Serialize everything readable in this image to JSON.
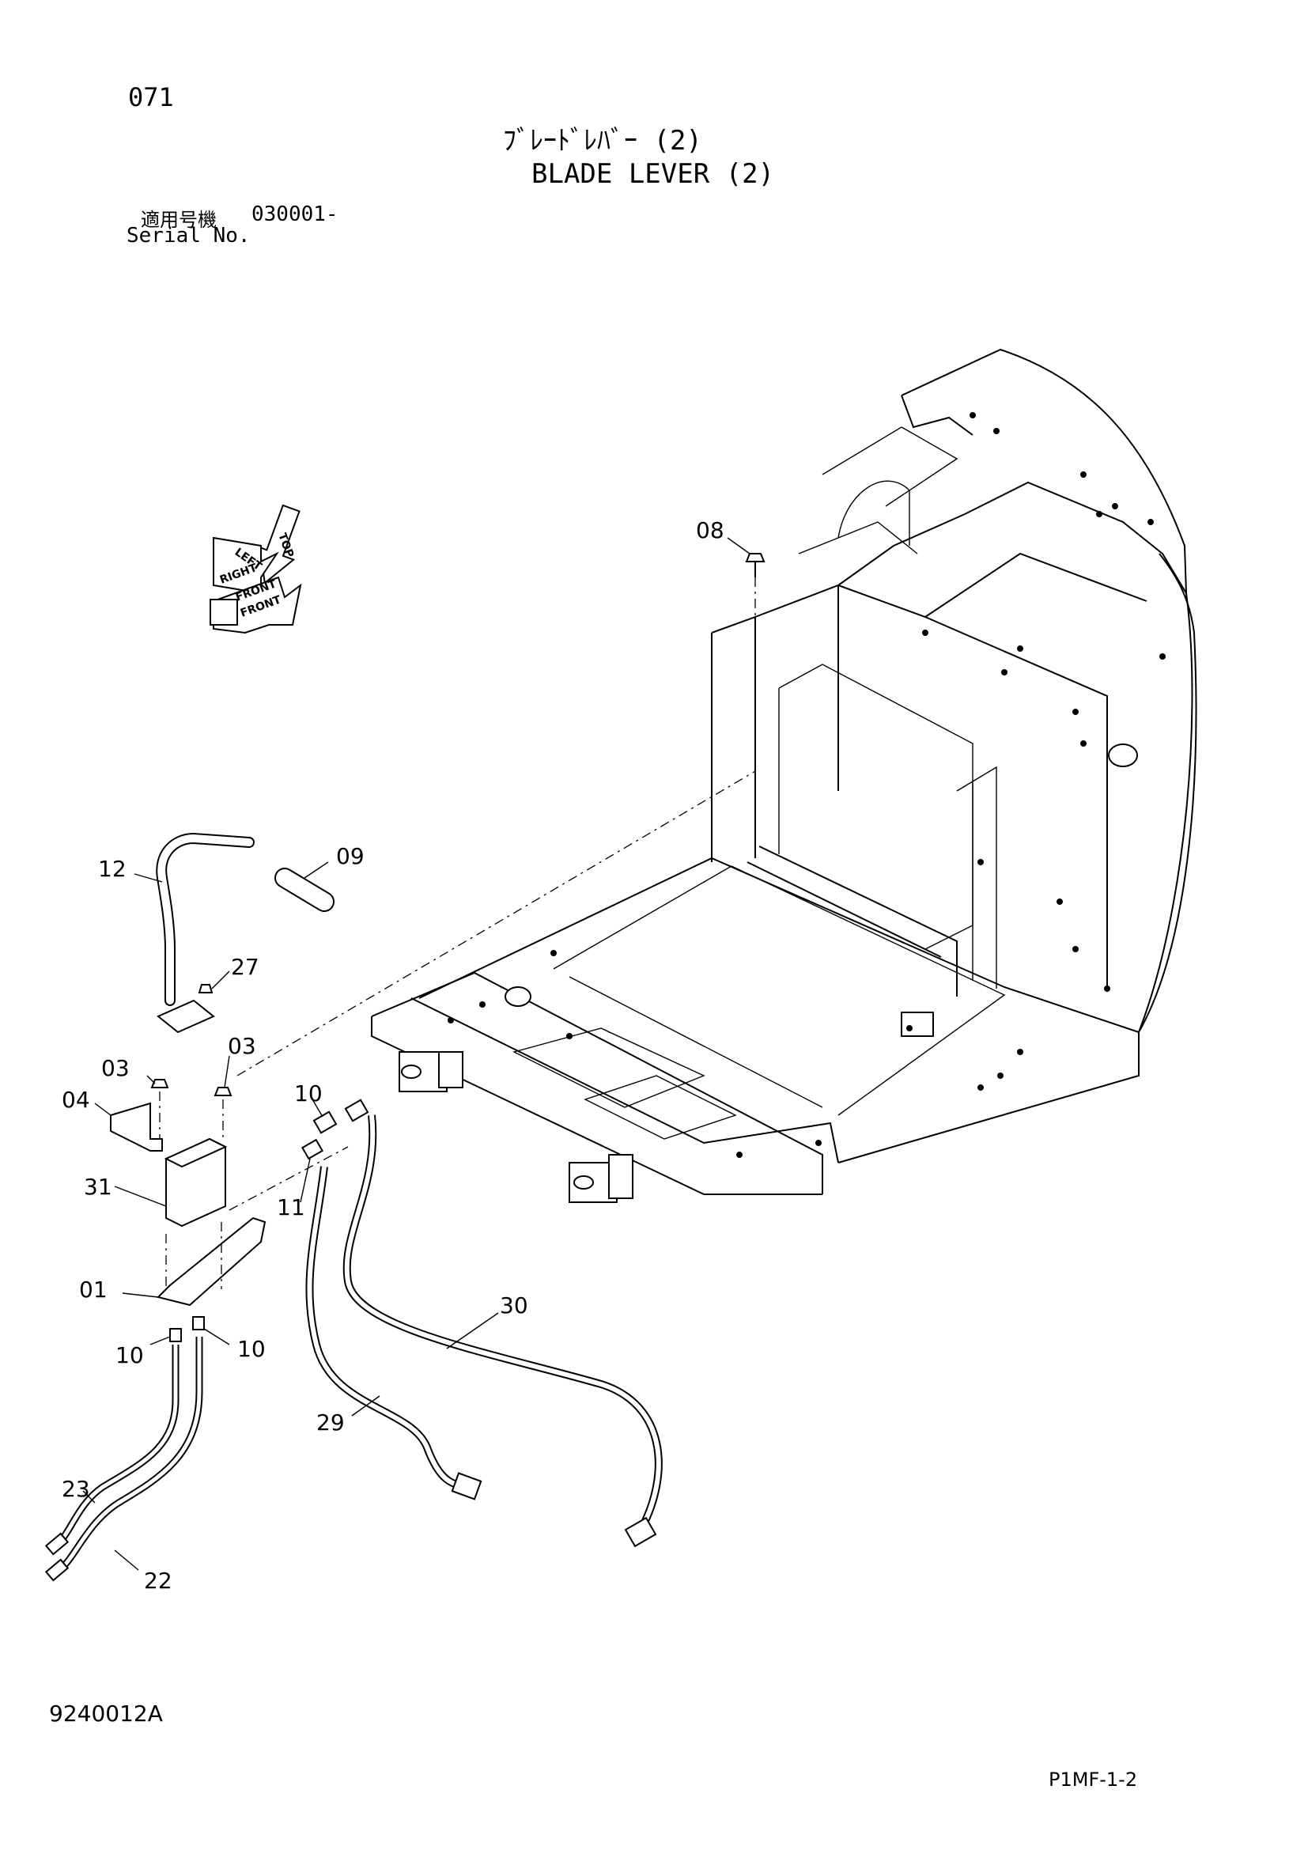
{
  "header": {
    "page_code": "071",
    "title_jp": "ﾌﾞﾚｰﾄﾞﾚﾊﾞｰ (2)",
    "title_en": "BLADE LEVER (2)",
    "serial_label_jp": "適用号機",
    "serial_value": "030001-",
    "serial_label_en": "Serial No."
  },
  "orientation": {
    "labels": [
      "TOP",
      "LEFT",
      "RIGHT",
      "FRONT",
      "FRONT"
    ]
  },
  "callouts": {
    "c08": "08",
    "c12": "12",
    "c09": "09",
    "c27": "27",
    "c03a": "03",
    "c03b": "03",
    "c04": "04",
    "c10a": "10",
    "c31": "31",
    "c11": "11",
    "c01": "01",
    "c10b": "10",
    "c10c": "10",
    "c30": "30",
    "c29": "29",
    "c23": "23",
    "c22": "22"
  },
  "footer": {
    "doc_number": "9240012A",
    "page_ref": "P1MF-1-2"
  }
}
